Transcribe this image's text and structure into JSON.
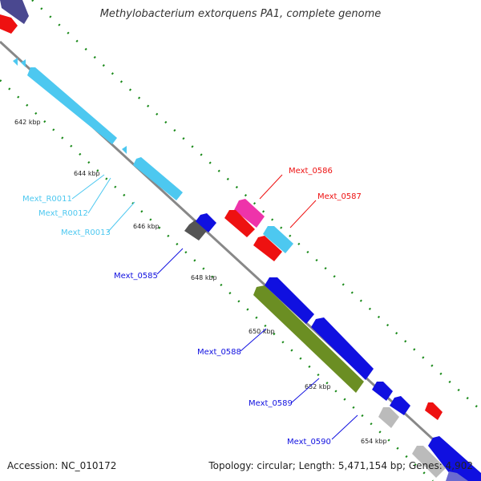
{
  "title": "Methylobacterium extorquens PA1, complete genome",
  "accession": "Accession: NC_010172",
  "topology": "Topology: circular; Length: 5,471,154 bp; Genes: 4,902",
  "scale_labels": [
    "642 kbp",
    "644 kbp",
    "646 kbp",
    "648 kbp",
    "650 kbp",
    "652 kbp",
    "654 kbp"
  ],
  "gene_labels": {
    "r0011": "Mext_R0011",
    "r0012": "Mext_R0012",
    "r0013": "Mext_R0013",
    "g0585": "Mext_0585",
    "g0586": "Mext_0586",
    "g0587": "Mext_0587",
    "g0588": "Mext_0588",
    "g0589": "Mext_0589",
    "g0590": "Mext_0590"
  },
  "colors": {
    "rna": "#4dc8f0",
    "cds_blue": "#1010e0",
    "cds_red": "#ee1111",
    "cds_pink": "#ee33aa",
    "cds_olive": "#6b8e23",
    "cds_gray": "#555555",
    "cds_lightgray": "#bbbbbb",
    "cds_purple": "#4a4890",
    "backbone": "#888888",
    "tick": "#1a8a1a"
  }
}
